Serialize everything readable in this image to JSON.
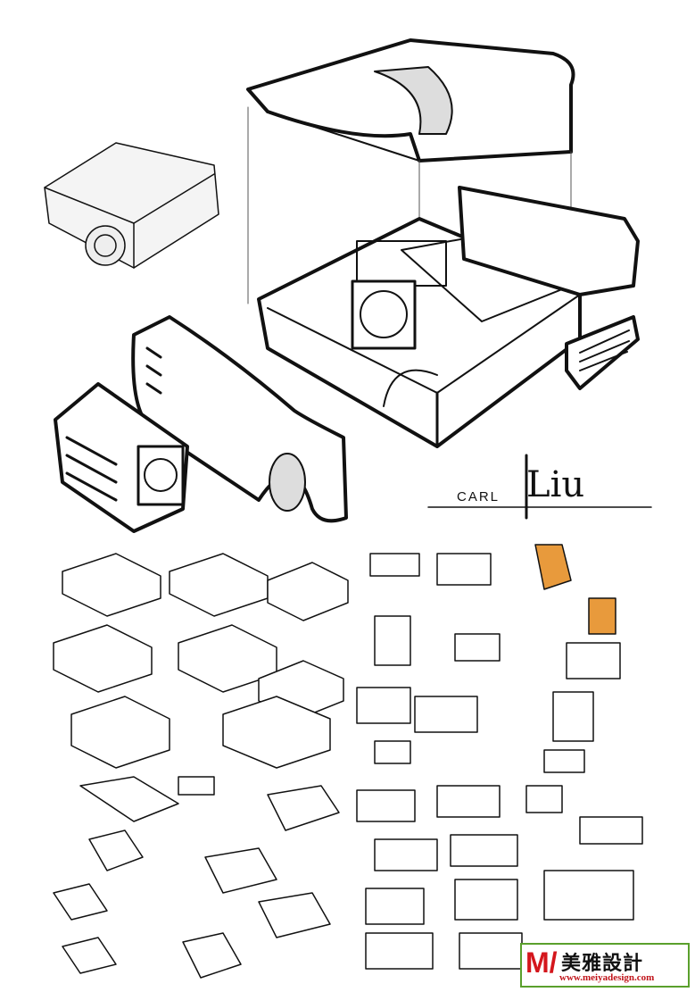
{
  "signature": {
    "first": "CARL",
    "last": "Liu"
  },
  "logo": {
    "mark": "M/",
    "name": "美雅設計",
    "url": "www.meiyadesign.com",
    "accent": "#d4161c",
    "border": "#5aa02c"
  }
}
